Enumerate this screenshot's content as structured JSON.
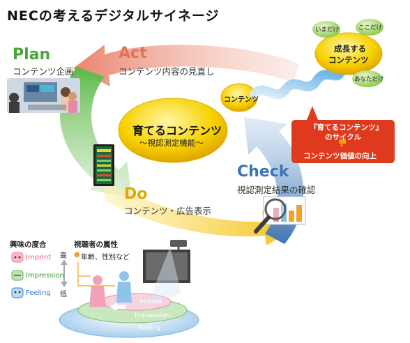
{
  "title": "NECの考えるデジタルサイネージ",
  "phases": {
    "plan": {
      "name": "Plan",
      "desc": "コンテンツ企画",
      "color": "#4aa53a"
    },
    "act": {
      "name": "Act",
      "desc": "コンテンツ内容の見直し",
      "color": "#e2725b"
    },
    "do": {
      "name": "Do",
      "desc": "コンテンツ・広告表示",
      "color": "#e0a800"
    },
    "check": {
      "name": "Check",
      "desc": "視認測定結果の確認",
      "color": "#3b74b8"
    }
  },
  "center": {
    "title": "育てるコンテンツ",
    "subtitle": "〜視認測定機能〜"
  },
  "spiral": {
    "start_label": "コンテンツ",
    "goal_title_line1": "成長する",
    "goal_title_line2": "コンテンツ",
    "bubbles": [
      "いまだけ",
      "ここだけ",
      "あなただけ"
    ]
  },
  "callout": {
    "line1": "『育てるコンテンツ』",
    "line2": "のサイクル",
    "arrow": "↓",
    "result": "コンテンツ価値の向上"
  },
  "interest_legend": {
    "heading": "興味の度合",
    "levels": [
      "Imprint",
      "Impression",
      "Feeling"
    ],
    "high": "高",
    "low": "低"
  },
  "viewer_attributes": {
    "heading": "視聴者の属性",
    "bullet": "●",
    "item": "年齢、性別など"
  },
  "platform_labels": [
    "Imprint",
    "Impression",
    "Feeling"
  ],
  "colors": {
    "plan": "#4aa53a",
    "act": "#e2725b",
    "do": "#e0a800",
    "check": "#3b74b8",
    "center_gold": "#f5c400",
    "callout_red": "#e03a1e",
    "imprint_pink": "#e88aa8",
    "impression_green": "#58b44a",
    "feeling_blue": "#2f7fcf"
  }
}
